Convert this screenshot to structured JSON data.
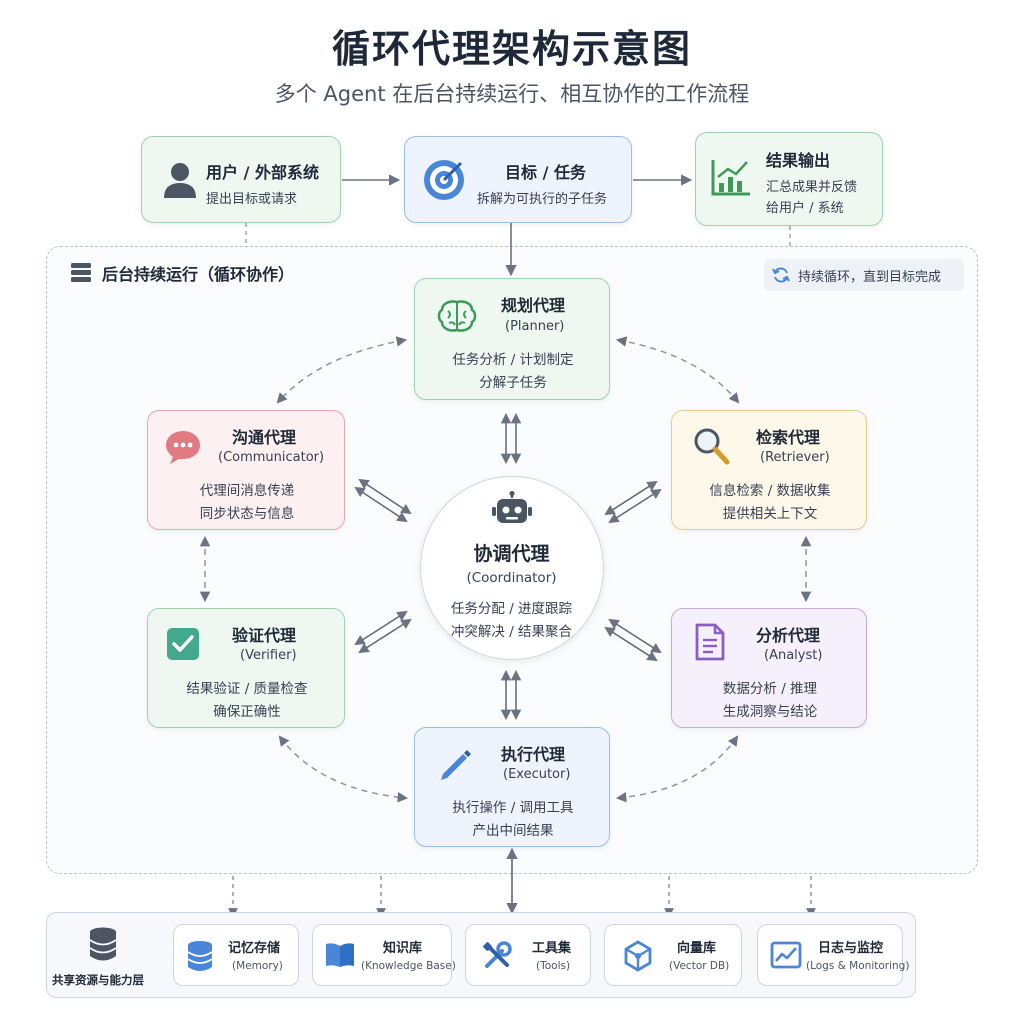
{
  "header": {
    "title": "循环代理架构示意图",
    "subtitle": "多个 Agent 在后台持续运行、相互协作的工作流程"
  },
  "top": {
    "user": {
      "title": "用户 / 外部系统",
      "desc": "提出目标或请求"
    },
    "goal": {
      "title": "目标 / 任务",
      "desc": "拆解为可执行的子任务"
    },
    "output": {
      "title": "结果输出",
      "desc1": "汇总成果并反馈",
      "desc2": "给用户 / 系统"
    }
  },
  "background": {
    "label": "后台持续运行（循环协作）",
    "loop_badge": "持续循环，直到目标完成"
  },
  "agents": {
    "planner": {
      "title": "规划代理",
      "en": "(Planner)",
      "line1": "任务分析 / 计划制定",
      "line2": "分解子任务"
    },
    "communicator": {
      "title": "沟通代理",
      "en": "(Communicator)",
      "line1": "代理间消息传递",
      "line2": "同步状态与信息"
    },
    "retriever": {
      "title": "检索代理",
      "en": "(Retriever)",
      "line1": "信息检索 / 数据收集",
      "line2": "提供相关上下文"
    },
    "coordinator": {
      "title": "协调代理",
      "en": "(Coordinator)",
      "line1": "任务分配 / 进度跟踪",
      "line2": "冲突解决 / 结果聚合"
    },
    "verifier": {
      "title": "验证代理",
      "en": "(Verifier)",
      "line1": "结果验证 / 质量检查",
      "line2": "确保正确性"
    },
    "analyst": {
      "title": "分析代理",
      "en": "(Analyst)",
      "line1": "数据分析 / 推理",
      "line2": "生成洞察与结论"
    },
    "executor": {
      "title": "执行代理",
      "en": "(Executor)",
      "line1": "执行操作 / 调用工具",
      "line2": "产出中间结果"
    }
  },
  "resources": {
    "label": "共享资源与能力层",
    "items": [
      {
        "name": "记忆存储",
        "en": "(Memory)"
      },
      {
        "name": "知识库",
        "en": "(Knowledge Base)"
      },
      {
        "name": "工具集",
        "en": "(Tools)"
      },
      {
        "name": "向量库",
        "en": "(Vector DB)"
      },
      {
        "name": "日志与监控",
        "en": "(Logs & Monitoring)"
      }
    ]
  },
  "colors": {
    "green": "#9fd3ae",
    "blue": "#9dbce6",
    "red": "#e9a7ad",
    "yellow": "#ebcd86",
    "purple": "#c5acde",
    "arrow": "#6b7280"
  }
}
